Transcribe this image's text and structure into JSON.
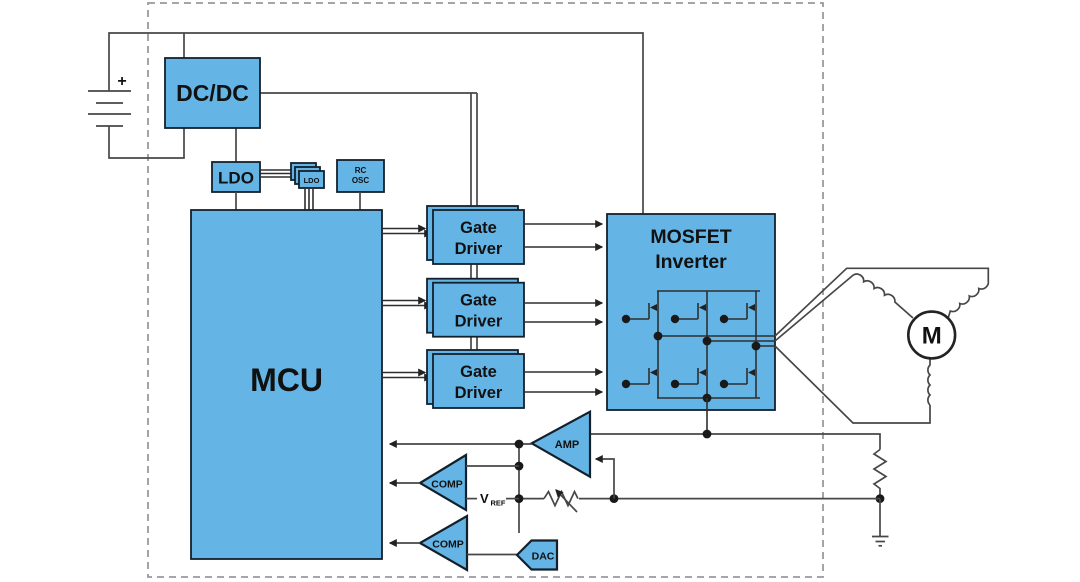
{
  "blocks": {
    "dcdc": "DC/DC",
    "ldo": "LDO",
    "ldo_small": "LDO",
    "rc_osc": {
      "line1": "RC",
      "line2": "OSC"
    },
    "mcu": "MCU",
    "gate_driver": {
      "line1": "Gate",
      "line2": "Driver"
    },
    "inverter": {
      "line1": "MOSFET",
      "line2": "Inverter"
    },
    "amp": "AMP",
    "comp": "COMP",
    "dac": "DAC",
    "motor": "M"
  },
  "labels": {
    "battery_positive": "+",
    "vref_main": "V",
    "vref_sub": "REF"
  },
  "colors": {
    "block_fill": "#64b5e6",
    "block_border": "#13202b",
    "wire": "#474747",
    "dashed_border": "#9a9a9a",
    "text": "#111111",
    "background": "#ffffff"
  }
}
